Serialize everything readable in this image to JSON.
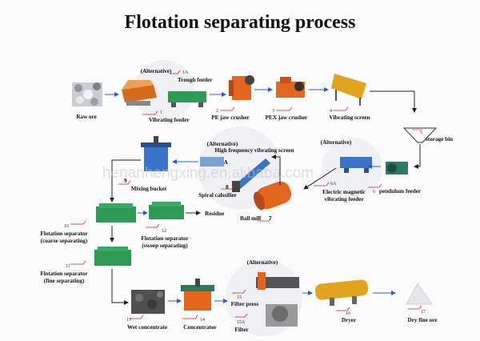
{
  "title": "Flotation separating process",
  "watermark": "henanhengxing.en.alibaba.com",
  "alternative": "(Alternative)",
  "labels": {
    "raw_ore": "Raw ore",
    "trough_feeder": "Trough feeder",
    "trough_feeder_num": "1A",
    "vibrating_feeder": "Vibrating feeder",
    "vibrating_feeder_num": "1",
    "pe_jaw_crusher": "PE jaw crusher",
    "pe_jaw_crusher_num": "2",
    "pex_jaw_crusher": "PEX jaw crusher",
    "pex_jaw_crusher_num": "3",
    "vibrating_screen": "Vibrating screen",
    "vibrating_screen_num": "4",
    "storage_bin": "storage bin",
    "storage_bin_num": "5",
    "electric_magnetic_feeder_1": "Electric magnetic",
    "electric_magnetic_feeder_2": "vibrating feeder",
    "electric_magnetic_num": "6A",
    "pendulum_feeder": "pendulum feeder",
    "pendulum_feeder_num": "6",
    "high_freq_screen": "High frequency vibrating screen",
    "high_freq_num": "8A",
    "spiral_classifier": "Spiral calssifier",
    "spiral_num": "8",
    "ball_mill": "Ball mill",
    "ball_mill_num": "7",
    "mixing_bucket": "Mixing bucket",
    "mixing_num": "9",
    "flotation_coarse_1": "Flotation separator",
    "flotation_coarse_2": "(coarse separating)",
    "flotation_coarse_num": "10",
    "flotation_sweep_1": "Flotation separator",
    "flotation_sweep_2": "(sweep separating)",
    "flotation_sweep_num": "12",
    "residue": "Residue",
    "flotation_fine_1": "Flotation separator",
    "flotation_fine_2": "(fine separating)",
    "flotation_fine_num": "11",
    "wet_concentrate": "Wet concentrate",
    "wet_concentrate_num": "13",
    "concentrator": "Concentrator",
    "concentrator_num": "14",
    "filter_press": "Filter press",
    "filter_press_num": "15",
    "filter": "Filter",
    "filter_num": "15A",
    "dryer": "Dryer",
    "dryer_num": "16",
    "dry_fine_ore": "Dry fine ore",
    "dry_fine_ore_num": "17"
  },
  "colors": {
    "flow_arrow": "#2a5bd7",
    "callout_line": "#d42020",
    "equipment_green": "#2f9a55",
    "equipment_orange": "#e2661e",
    "equipment_blue": "#3a73c8"
  }
}
